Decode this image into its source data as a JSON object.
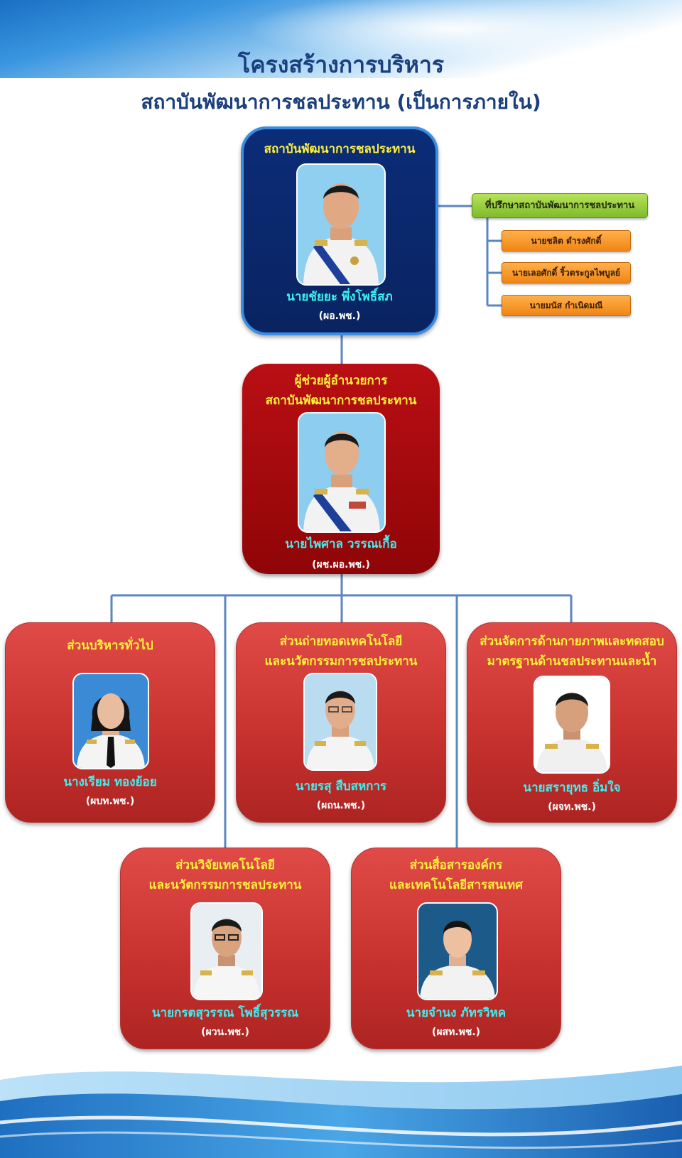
{
  "header": {
    "title": "โครงสร้างการบริหาร",
    "subtitle": "สถาบันพัฒนาการชลประทาน (เป็นการภายใน)"
  },
  "director": {
    "unit": "สถาบันพัฒนาการชลประทาน",
    "name": "นายชัยยะ  พึ่งโพธิ์สภ",
    "code": "(ผอ.พช.)"
  },
  "advisors": {
    "title": "ที่ปรึกษาสถาบันพัฒนาการชลประทาน",
    "members": [
      "นายชลิต  ดำรงศักดิ์",
      "นายเลอศักดิ์  ริ้วตระกูลไพบูลย์",
      "นายมนัส  กำเนิดมณี"
    ]
  },
  "assistant": {
    "title": "ผู้ช่วยผู้อำนวยการ\nสถาบันพัฒนาการชลประทาน",
    "name": "นายไพศาล  วรรณเกื้อ",
    "code": "(ผช.ผอ.พช.)"
  },
  "divisions": [
    {
      "title": "ส่วนบริหารทั่วไป",
      "name": "นางเรียม  ทองย้อย",
      "code": "(ผบท.พช.)"
    },
    {
      "title": "ส่วนถ่ายทอดเทคโนโลยี\nและนวัตกรรมการชลประทาน",
      "name": "นายรสุ  สืบสหการ",
      "code": "(ผถน.พช.)"
    },
    {
      "title": "ส่วนจัดการด้านกายภาพและทดสอบ\nมาตรฐานด้านชลประทานและน้ำ",
      "name": "นายสรายุทธ  อิ่มใจ",
      "code": "(ผจท.พช.)"
    },
    {
      "title": "ส่วนวิจัยเทคโนโลยี\nและนวัตกรรมการชลประทาน",
      "name": "นายกรตสุวรรณ  โพธิ์สุวรรณ",
      "code": "(ผวน.พช.)"
    },
    {
      "title": "ส่วนสื่อสารองค์กร\nและเทคโนโลยีสารสนเทศ",
      "name": "นายจำนง  ภัทรวิหค",
      "code": "(ผสท.พช.)"
    }
  ],
  "colors": {
    "title_text": "#1b3e7c",
    "director_box": "#0b2c78",
    "assistant_box": "#a50a0d",
    "division_box": "#d63d3a",
    "box_title": "#fff23a",
    "name_text": "#3ff0f0",
    "connector": "#5b86c0",
    "advisor_head": "#8cc63f",
    "advisor_item": "#f7941d"
  }
}
